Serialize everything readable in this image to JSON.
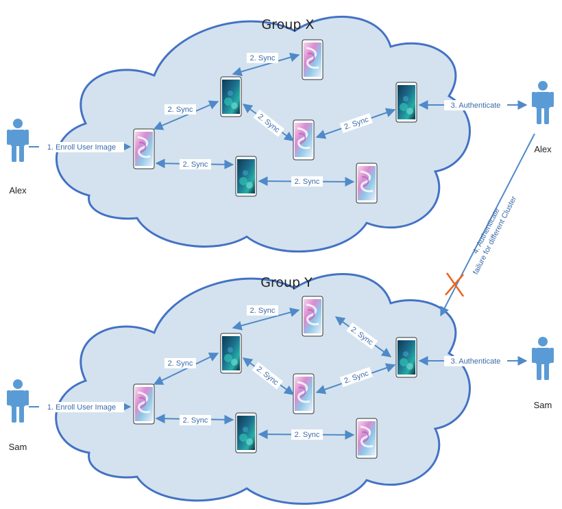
{
  "groups": [
    {
      "title": "Group X"
    },
    {
      "title": "Group Y"
    }
  ],
  "people": {
    "alex": "Alex",
    "sam": "Sam"
  },
  "edges": {
    "enroll": "1. Enroll User Image",
    "sync": "2. Sync",
    "authenticate": "3. Authenticate",
    "failure_line1": "4. Authenticate",
    "failure_line2": "failure for different Cluster"
  },
  "colors": {
    "cloud_fill": "#d3e2ee",
    "cloud_stroke": "#4472c4",
    "arrow": "#4f89c8",
    "person": "#5b9bd5",
    "cross": "#e8641e"
  }
}
